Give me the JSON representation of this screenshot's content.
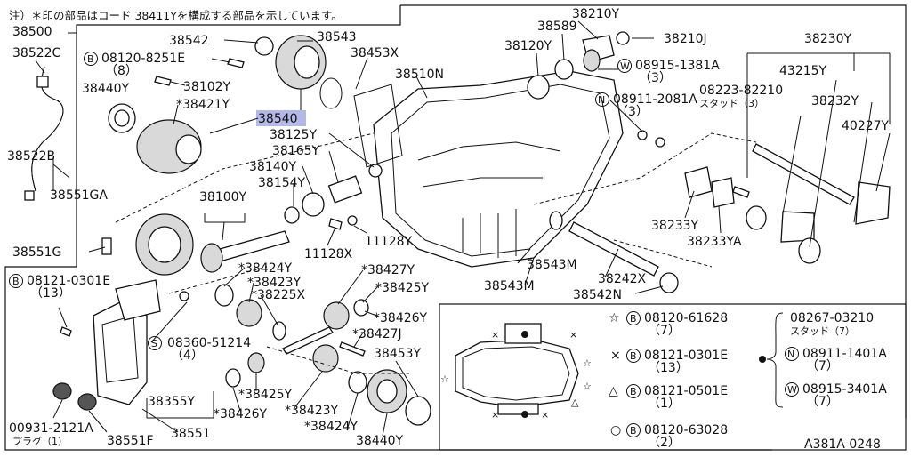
{
  "note": "注）＊印の部品はコード 38411Yを構成する部品を示しています。",
  "highlight": {
    "part": "38540",
    "color": "#b3b8e6"
  },
  "labels": {
    "p38500": "38500",
    "p38522C": "38522C",
    "p38542": "38542",
    "p38543_top": "38543",
    "p38453X": "38453X",
    "p38510N": "38510N",
    "p38120Y": "38120Y",
    "p38589": "38589",
    "p38210Y": "38210Y",
    "p38210J": "38210J",
    "p38230Y": "38230Y",
    "b08120_8251E": "08120-8251E",
    "b08120_8251E_q": "（8）",
    "p38102Y": "38102Y",
    "p38440Y_top": "38440Y",
    "p38421Y": "*38421Y",
    "p38540": "38540",
    "w08915_1381A": "08915-1381A",
    "w08915_1381A_q": "（3）",
    "n08911_2081A": "08911-2081A",
    "n08911_2081A_q": "（3）",
    "p43215Y": "43215Y",
    "p08223_82210": "08223-82210",
    "stud3": "スタッド（3）",
    "p38232Y": "38232Y",
    "p40227Y": "40227Y",
    "p38125Y": "38125Y",
    "p38165Y": "38165Y",
    "p38140Y": "38140Y",
    "p38154Y": "38154Y",
    "p38522B": "38522B",
    "p38551GA": "38551GA",
    "p38100Y": "38100Y",
    "p11128X": "11128X",
    "p11128Y": "11128Y",
    "p38233Y": "38233Y",
    "p38233YA": "38233YA",
    "p38551G": "38551G",
    "p38543M_r": "38543M",
    "p38543M_l": "38543M",
    "p38242X": "38242X",
    "p38542N": "38542N",
    "b08121_0301E": "08121-0301E",
    "b08121_0301E_q": "（13）",
    "p38424Y_a": "*38424Y",
    "p38423Y_a": "*38423Y",
    "p38225X": "*38225X",
    "p38427Y": "*38427Y",
    "p38425Y_a": "*38425Y",
    "p38426Y_a": "*38426Y",
    "p38427J": "*38427J",
    "s08360_51214": "08360-51214",
    "s08360_51214_q": "（4）",
    "p38453Y": "38453Y",
    "p38425Y_b": "*38425Y",
    "p38355Y": "38355Y",
    "p38426Y_b": "*38426Y",
    "p38423Y_b": "*38423Y",
    "p00931_2121A": "00931-2121A",
    "plug1": "プラグ（1）",
    "p38551F": "38551F",
    "p38551": "38551",
    "p38424Y_b": "*38424Y",
    "p38440Y_b": "38440Y"
  },
  "legend": {
    "star": {
      "code": "08120-61628",
      "qty": "（7）"
    },
    "cross": {
      "code": "08121-0301E",
      "qty": "（13）"
    },
    "triangle": {
      "code": "08121-0501E",
      "qty": "（1）"
    },
    "circle": {
      "code": "08120-63028",
      "qty": "（2）"
    },
    "group_stud": {
      "code": "08267-03210",
      "note": "スタッド（7）"
    },
    "group_n": {
      "code": "08911-1401A",
      "qty": "（7）"
    },
    "group_w": {
      "code": "08915-3401A",
      "qty": "（7）"
    }
  },
  "prefix": {
    "B": "B",
    "W": "W",
    "N": "N",
    "S": "S"
  },
  "figure_id": "A381A 0248"
}
